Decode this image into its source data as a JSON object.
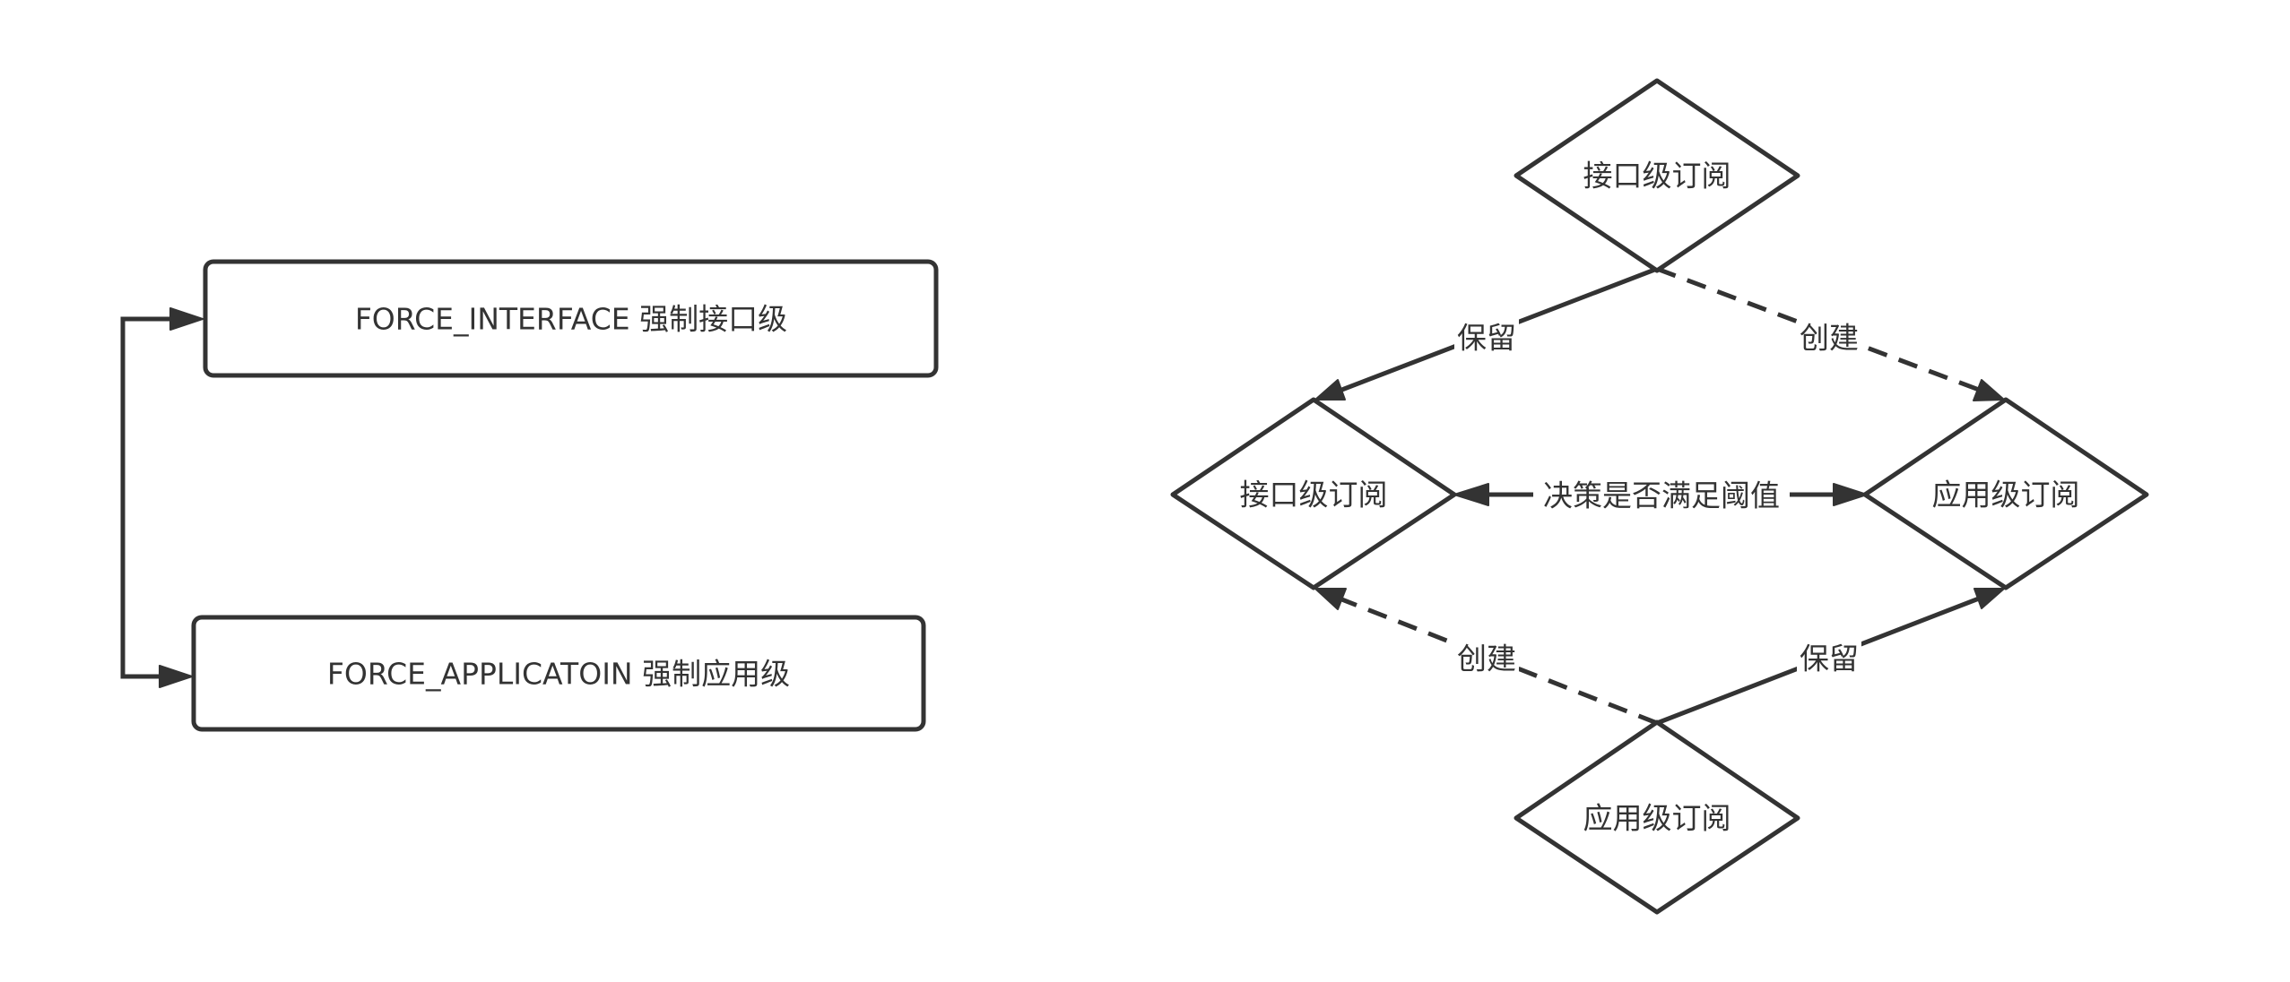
{
  "left_panel": {
    "box_top": "FORCE_INTERFACE 强制接口级",
    "box_bottom": "FORCE_APPLICATOIN 强制应用级"
  },
  "right_panel": {
    "diamond_top": "接口级订阅",
    "diamond_left": "接口级订阅",
    "diamond_right": "应用级订阅",
    "diamond_bottom": "应用级订阅",
    "edge_top_left": "保留",
    "edge_top_right": "创建",
    "edge_middle": "决策是否满足阈值",
    "edge_bottom_left": "创建",
    "edge_bottom_right": "保留"
  }
}
